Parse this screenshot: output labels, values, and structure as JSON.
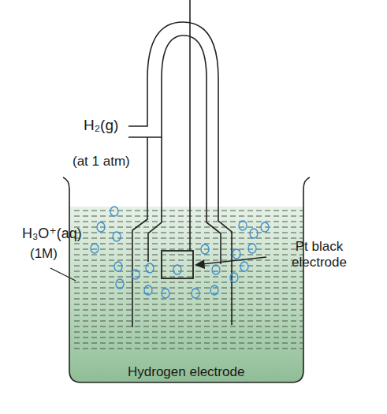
{
  "diagram": {
    "caption": "Hydrogen electrode",
    "labels": [
      "H₂(g)",
      "(at 1 atm)",
      "H₃O⁺(aq)",
      "(1M)",
      "Pt black electrode"
    ]
  }
}
